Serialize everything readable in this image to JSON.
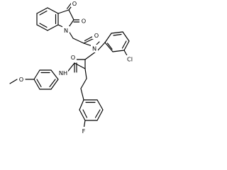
{
  "molecule": {
    "atom_labels": {
      "isatin_o3": "O",
      "isatin_o2": "O",
      "isatin_n": "N",
      "acyl_o": "O",
      "amide_n": "N",
      "cl": "Cl",
      "anilide_o": "O",
      "anilide_nh": "NH",
      "methoxy_o": "O",
      "fluoro": "F"
    },
    "colors": {
      "bond": "#000000",
      "label": "#000000",
      "background": "#ffffff"
    }
  }
}
